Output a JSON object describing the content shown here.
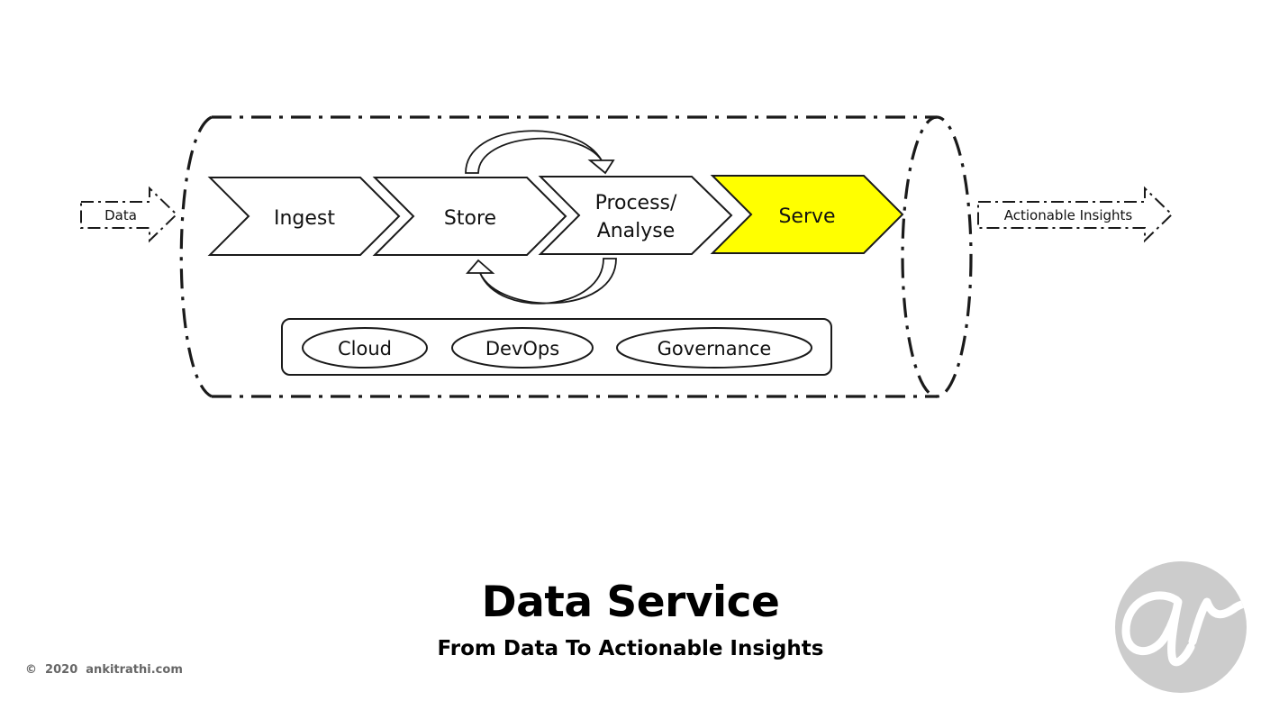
{
  "diagram": {
    "input_label": "Data",
    "output_label": "Actionable Insights",
    "stages": [
      {
        "line1": "Ingest",
        "line2": ""
      },
      {
        "line1": "Store",
        "line2": ""
      },
      {
        "line1": "Process/",
        "line2": "Analyse"
      },
      {
        "line1": "Serve",
        "line2": ""
      }
    ],
    "foundations": [
      "Cloud",
      "DevOps",
      "Governance"
    ]
  },
  "title": "Data Service",
  "subtitle": "From Data To Actionable Insights",
  "copyright": "©  2020  ankitrathi.com",
  "colors": {
    "highlight": "#ffff00",
    "stroke": "#1a1a1a",
    "logo_bg": "#cccccc",
    "logo_fg": "#ffffff",
    "copyright_text": "#666666"
  },
  "logo": {
    "icon": "ar-monogram-logo",
    "text": "ar"
  }
}
